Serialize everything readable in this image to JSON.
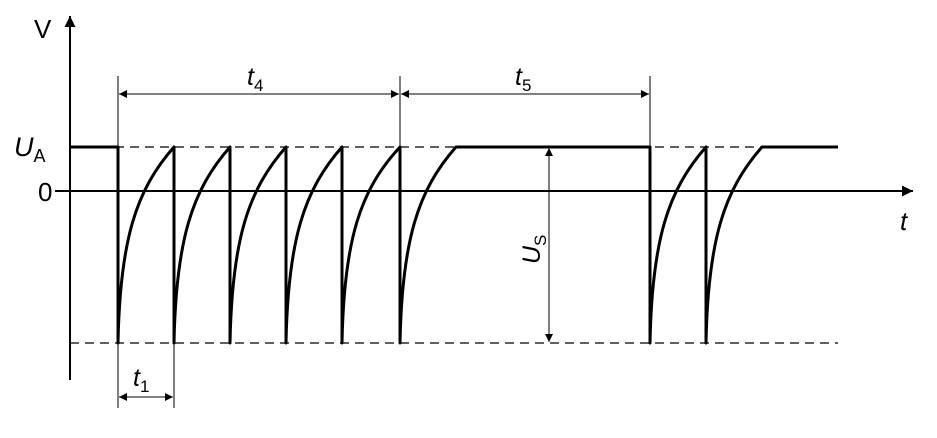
{
  "labels": {
    "y_axis": "V",
    "x_axis": "t",
    "level_high_main": "U",
    "level_high_sub": "A",
    "level_zero": "0",
    "t4_main": "t",
    "t4_sub": "4",
    "t5_main": "t",
    "t5_sub": "5",
    "t1_main": "t",
    "t1_sub": "1",
    "us_main": "U",
    "us_sub": "S"
  },
  "colors": {
    "stroke": "#000000",
    "background": "#ffffff"
  }
}
